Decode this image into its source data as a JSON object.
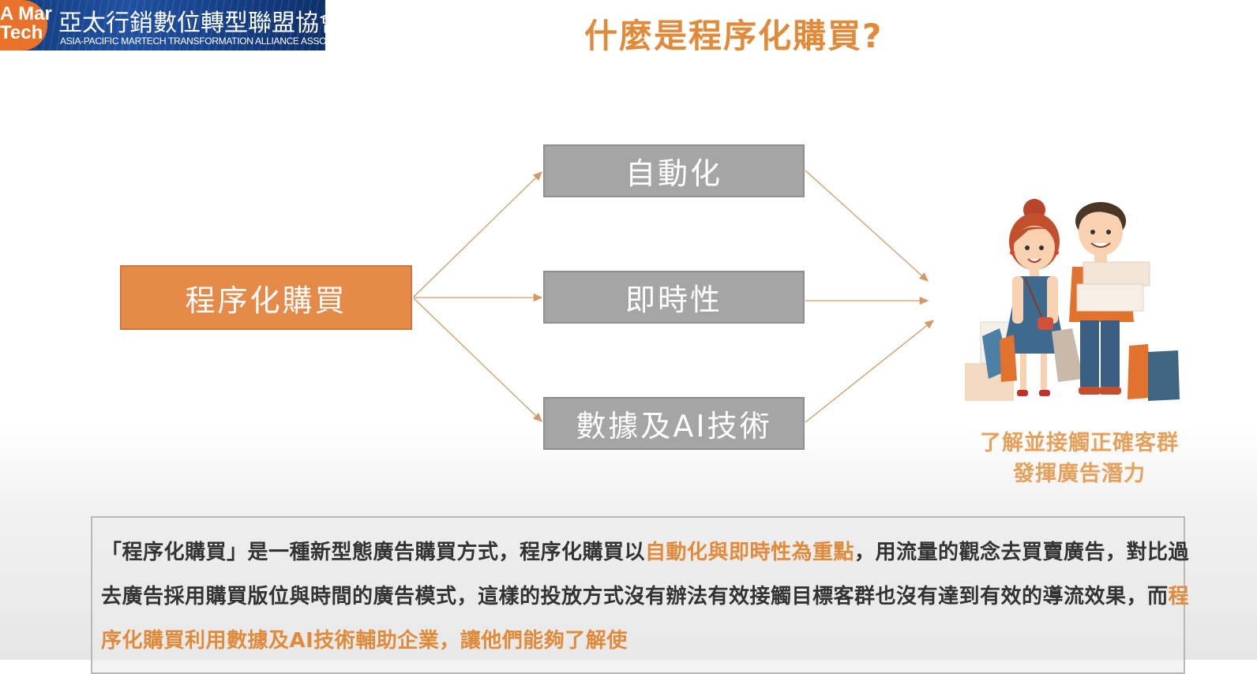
{
  "logo": {
    "mark_text": "A Mar\nTech",
    "cn_name": "亞太行銷數位轉型聯盟協會",
    "en_name": "ASIA-PACIFIC MARTECH TRANSFORMATION ALLIANCE ASSOCIATION"
  },
  "slide": {
    "title": "什麼是程序化購買?",
    "source_box": "程序化購買",
    "feature_boxes": [
      "自動化",
      "即時性",
      "數據及AI技術"
    ],
    "result_caption_line1": "了解並接觸正確客群",
    "result_caption_line2": "發揮廣告潛力"
  },
  "paragraph": {
    "seg1": "「程序化購買」是一種新型態廣告購買方式，程序化購買以",
    "seg2_highlight": "自動化與即時性為重點",
    "seg3": "，用流量的觀念去買賣廣告，對比過去廣告採用購買版位與時間的廣告模式，這樣的投放方式沒有辦法有效接觸目標客群也沒有達到有效的導流效果，而",
    "seg4_highlight": "程序化購買利用數據及AI技術輔助企業，讓他們能夠了解使"
  },
  "colors": {
    "accent_orange": "#e58a48",
    "title_orange": "#e08a3a",
    "gray_box": "#a5a5a5",
    "arrow": "#d49a66"
  }
}
